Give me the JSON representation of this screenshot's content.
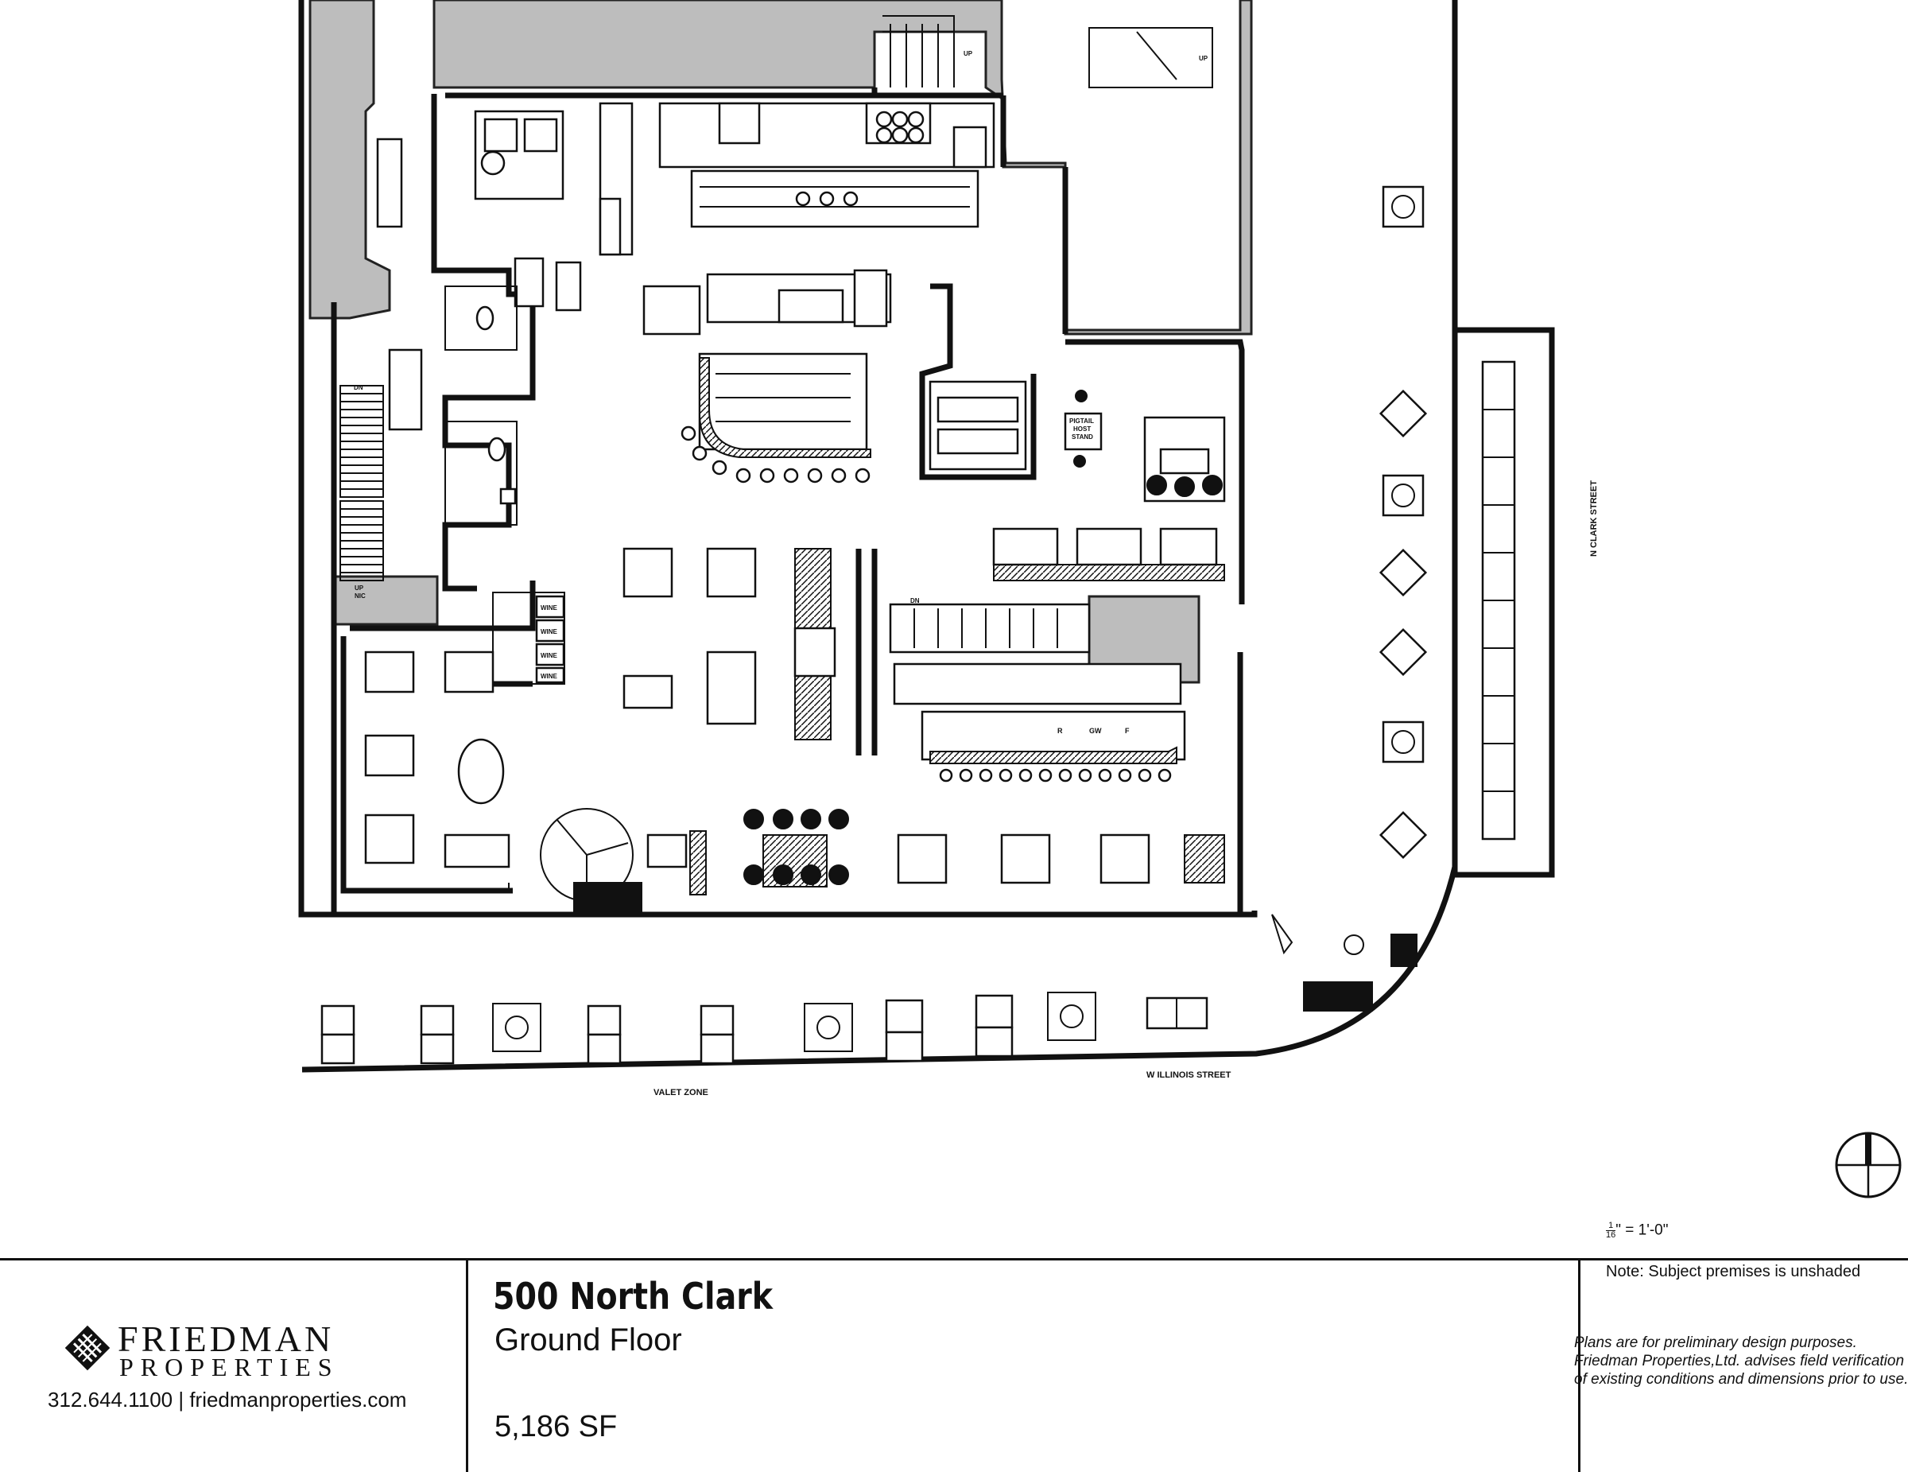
{
  "streets": {
    "clark": "N CLARK STREET",
    "illinois": "W ILLINOIS STREET",
    "valet": "VALET ZONE"
  },
  "plan_labels": {
    "host_stand": [
      "PIGTAIL",
      "HOST",
      "STAND"
    ],
    "wine": [
      "WINE",
      "WINE",
      "WINE",
      "WINE"
    ],
    "stair_up": "UP",
    "stair_dn": "DN",
    "up_nic": [
      "UP",
      "NIC"
    ],
    "kitchen_marks": [
      "R",
      "GW",
      "F"
    ]
  },
  "scale": {
    "num": "1",
    "den": "16",
    "rest": "\" = 1'-0\""
  },
  "premises_note": "Note: Subject premises is unshaded",
  "brand": {
    "name": "FRIEDMAN",
    "sub": "PROPERTIES",
    "contact": "312.644.1100  |  friedmanproperties.com"
  },
  "project": {
    "name": "500 North Clark",
    "floor": "Ground Floor",
    "area": "5,186 SF"
  },
  "disclaimer": "Plans are for preliminary design purposes. Friedman Properties,Ltd. advises  field verification of existing conditions and dimensions prior to use."
}
